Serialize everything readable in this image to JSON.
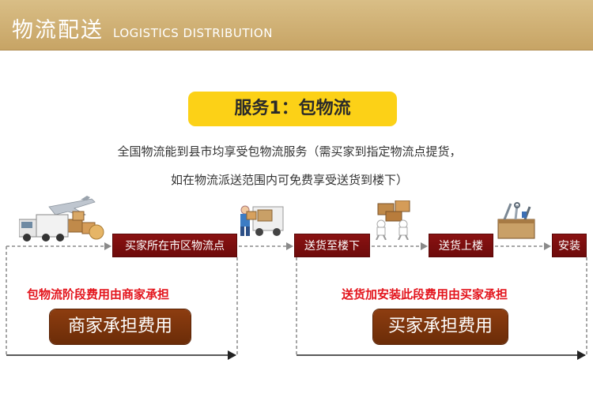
{
  "header": {
    "title": "物流配送",
    "subtitle": "LOGISTICS DISTRIBUTION"
  },
  "service": {
    "title": "服务1：包物流",
    "desc_line1": "全国物流能到县市均享受包物流服务（需买家到指定物流点提货，",
    "desc_line2": "如在物流派送范围内可免费享受送货到楼下）"
  },
  "flow": {
    "steps": [
      {
        "label": "买家所在市区物流点"
      },
      {
        "label": "送货至楼下"
      },
      {
        "label": "送货上楼"
      },
      {
        "label": "安装"
      }
    ]
  },
  "costs": {
    "merchant_note": "包物流阶段费用由商家承担",
    "merchant_button": "商家承担费用",
    "buyer_note": "送货加安装此段费用由买家承担",
    "buyer_button": "买家承担费用"
  },
  "colors": {
    "header_bg": "#c7a465",
    "badge_bg": "#fcd117",
    "step_bg": "#7d0f0f",
    "note_red": "#e3141c",
    "cost_button_bg": "#7a3209"
  },
  "icons": [
    "truck-airplane-icon",
    "delivery-man-icon",
    "carrying-boxes-icon",
    "toolbox-icon"
  ]
}
